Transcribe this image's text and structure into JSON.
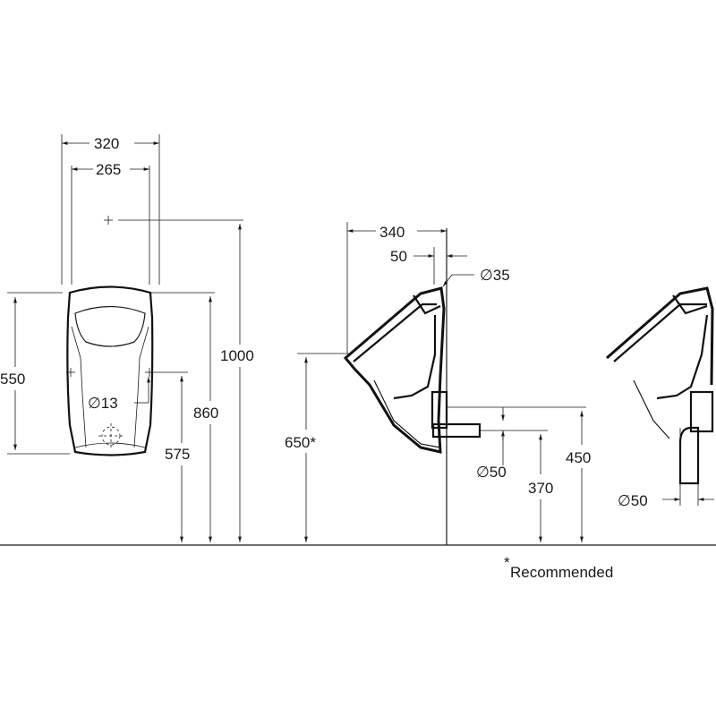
{
  "dimensions": {
    "front_width_outer": "320",
    "front_width_inner": "265",
    "front_height": "550",
    "hole_diameter": "∅13",
    "front_575": "575",
    "front_860": "860",
    "front_1000": "1000",
    "side_depth": "340",
    "side_50": "50",
    "inlet_diameter": "∅35",
    "rim_height": "650*",
    "outlet_diameter": "∅50",
    "outlet_370": "370",
    "outlet_450": "450",
    "right_outlet_diameter": "∅50"
  },
  "note": {
    "asterisk": "*",
    "text": "Recommended"
  },
  "colors": {
    "line": "#1a1a1a",
    "background": "#ffffff"
  }
}
